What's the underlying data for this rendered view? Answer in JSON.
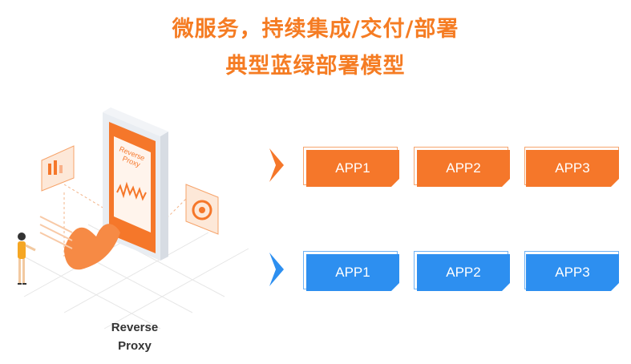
{
  "title": {
    "line1": "微服务，持续集成/交付/部署",
    "line2": "典型蓝绿部署模型"
  },
  "illustration": {
    "phone_label_line1": "Reverse",
    "phone_label_line2": "Proxy"
  },
  "caption": {
    "line1": "Reverse",
    "line2": "Proxy"
  },
  "groups": {
    "orange": {
      "color": "#f5772a",
      "apps": [
        "APP1",
        "APP2",
        "APP3"
      ]
    },
    "blue": {
      "color": "#2d8ff0",
      "apps": [
        "APP1",
        "APP2",
        "APP3"
      ]
    }
  }
}
